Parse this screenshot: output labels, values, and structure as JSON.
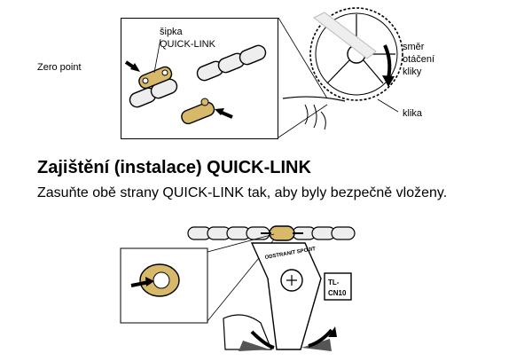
{
  "zero_point": "Zero point",
  "top_figure": {
    "arrow_label_line1": "šipka",
    "arrow_label_line2": "QUICK-LINK",
    "rotation_line1": "směr",
    "rotation_line2": "otáčení",
    "rotation_line3": "kliky",
    "crank_label": "klika"
  },
  "heading": "Zajištění (instalace) QUICK-LINK",
  "instruction": "Zasuňte obě strany QUICK-LINK tak, aby byly bezpečně vloženy.",
  "bottom_figure": {
    "tool_text": "ODSTRANIT SPOJIT",
    "tool_badge_line1": "TL-",
    "tool_badge_line2": "CN10"
  },
  "colors": {
    "quick_link": "#d8b96a",
    "line": "#000000"
  }
}
